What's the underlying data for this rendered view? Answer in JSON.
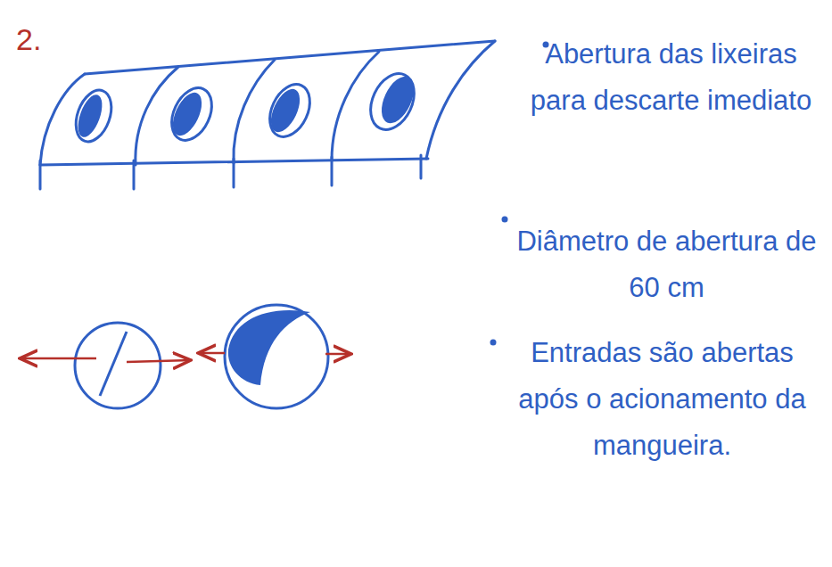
{
  "diagram": {
    "labels": [
      "2.",
      "Abertura das lixeiras para descarte imediato",
      "Diâmetro de abertura de 60 cm",
      "Entradas são abertas após o acionamento da mangueira."
    ]
  }
}
